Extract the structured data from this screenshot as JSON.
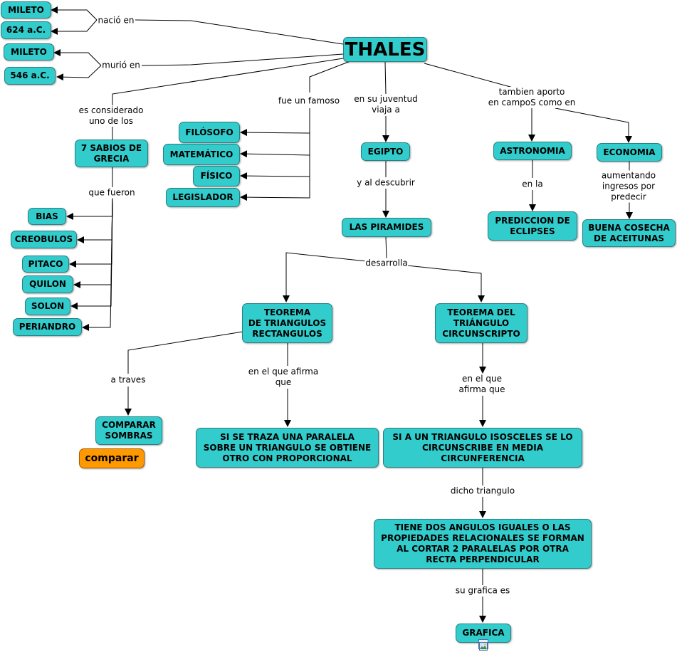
{
  "colors": {
    "node_fill": "#33cccc",
    "node_border": "#2a7f7f",
    "accent_node": "#ff9900",
    "line": "#000000"
  },
  "nodes": {
    "thales": "THALES",
    "mileto_nacio": "MILETO",
    "year_624": "624 a.C.",
    "mileto_murio": "MILETO",
    "year_546": "546 a.C.",
    "siete_sabios": "7 SABIOS DE GRECIA",
    "bias": "BIAS",
    "creobulos": "CREOBULOS",
    "pitaco": "PITACO",
    "quilon": "QUILON",
    "solon": "SOLON",
    "periandro": "PERIANDRO",
    "filosofo": "FILÓSOFO",
    "matematico": "MATEMÁTICO",
    "fisico": "FÍSICO",
    "legislador": "LEGISLADOR",
    "egipto": "EGIPTO",
    "piramides": "LAS PIRAMIDES",
    "teorema_rect": "TEOREMA\nDE TRIANGULOS\nRECTANGULOS",
    "teorema_circ": "TEOREMA DEL\nTRIÁNGULO\nCIRCUNSCRIPTO",
    "comparar_sombras": "COMPARAR\nSOMBRAS",
    "comparar": "comparar",
    "paralela": "SI SE TRAZA UNA PARALELA\nSOBRE UN TRIANGULO SE OBTIENE\nOTRO CON PROPORCIONAL",
    "isosceles": "SI A UN TRIANGULO ISOSCELES SE LO\nCIRCUNSCRIBE EN MEDIA\nCIRCUNFERENCIA",
    "angulos": "TIENE DOS ANGULOS IGUALES O LAS\nPROPIEDADES RELACIONALES SE FORMAN\nAL CORTAR 2 PARALELAS POR OTRA\nRECTA PERPENDICULAR",
    "grafica": "GRAFICA",
    "astronomia": "ASTRONOMIA",
    "economia": "ECONOMIA",
    "eclipses": "PREDICCION DE\nECLIPSES",
    "aceitunas": "BUENA COSECHA\nDE ACEITUNAS"
  },
  "labels": {
    "nacio_en": "nació en",
    "murio_en": "murió en",
    "considerado": "es considerado\nuno de los",
    "que_fueron": "que fueron",
    "fue_famoso": "fue un famoso",
    "juventud": "en su juventud\nviaja a",
    "descubrir": "y al descubrir",
    "desarrolla": "desarrolla",
    "a_traves": "a traves",
    "afirma_que_1": "en el que afirma\nque",
    "afirma_que_2": "en el que\nafirma que",
    "dicho_triangulo": "dicho triangulo",
    "su_grafica": "su grafica es",
    "tambien_aporto": "tambien aporto\nen campoS como en",
    "en_la": "en la",
    "aumentando": "aumentando\ningresos por predecir"
  },
  "icons": {
    "grafica_attachment": "image-icon"
  }
}
